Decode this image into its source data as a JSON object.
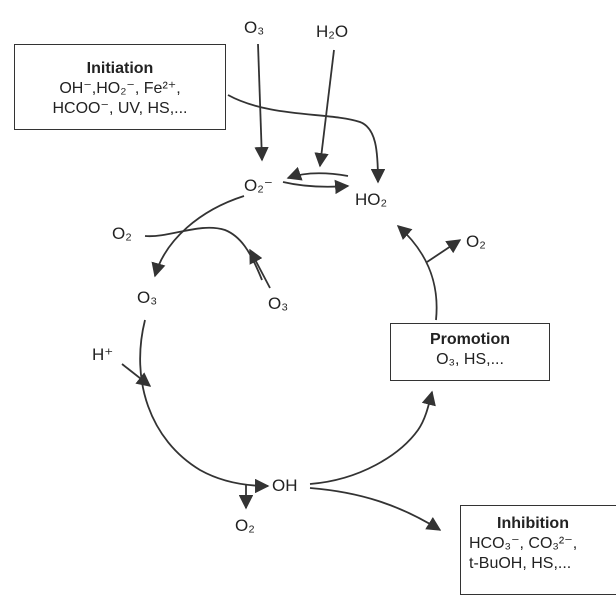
{
  "initiation": {
    "title": "Initiation",
    "line1": "OH⁻,HO₂⁻, Fe²⁺,",
    "line2": "HCOO⁻, UV, HS,..."
  },
  "promotion": {
    "title": "Promotion",
    "line1": "O₃, HS,..."
  },
  "inhibition": {
    "title": "Inhibition",
    "line1": "HCO₃⁻, CO₃²⁻,",
    "line2": "t-BuOH, HS,..."
  },
  "species": {
    "o3_top": "O₃",
    "h2o_top": "H₂O",
    "o2_minus": "O₂⁻",
    "ho2": "HO₂",
    "o2_right": "O₂",
    "o2_left": "O₂",
    "o3_left": "O₃",
    "o3_inner": "O₃",
    "h_plus": "H⁺",
    "oh": "OH",
    "o2_bottom": "O₂"
  }
}
